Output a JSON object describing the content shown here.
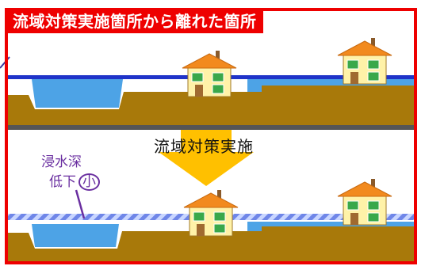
{
  "title": "流域対策実施箇所から離れた箇所",
  "middle_label": "流域対策実施",
  "annotation": {
    "line1": "浸水深",
    "line2": "低下",
    "circled": "小"
  },
  "colors": {
    "frame": "#ee0000",
    "title_bg": "#ee0000",
    "river_water": "#4da3e6",
    "water_line": "#1f33c9",
    "flood_level_band": "#9fb8f2",
    "ground": "#a8790a",
    "ground_shadow": "#555555",
    "arrow": "#ffc000",
    "house_wall": "#fff2a8",
    "house_roof": "#f28a1e",
    "house_window": "#3aa84a",
    "annotation": "#6a2fa0"
  },
  "icons": [
    "house-icon",
    "down-arrow-icon"
  ]
}
